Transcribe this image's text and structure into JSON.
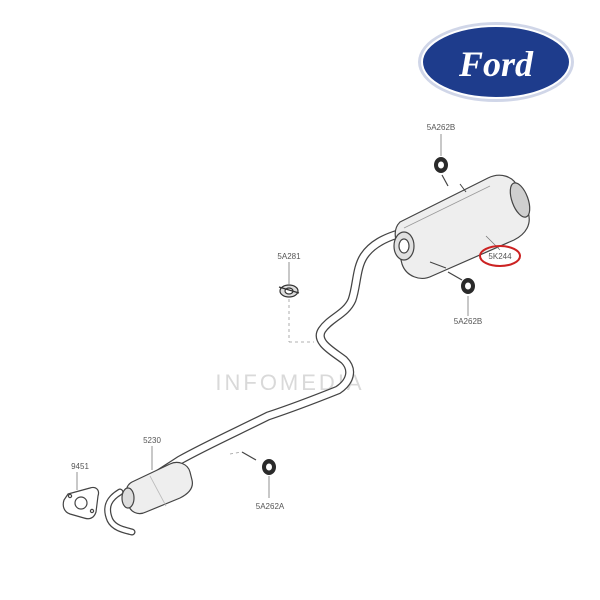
{
  "brand": {
    "logo_text": "Ford",
    "color": "#1e3c8c"
  },
  "watermark": "INFOMEDIA",
  "labels": {
    "top_insulator": "5A262B",
    "muffler": "5K244",
    "clamp": "5A281",
    "right_insulator": "5A262B",
    "converter": "5230",
    "gasket": "9451",
    "lower_insulator": "5A262A"
  },
  "highlight": {
    "part": "5K244",
    "color": "#cc2222"
  }
}
